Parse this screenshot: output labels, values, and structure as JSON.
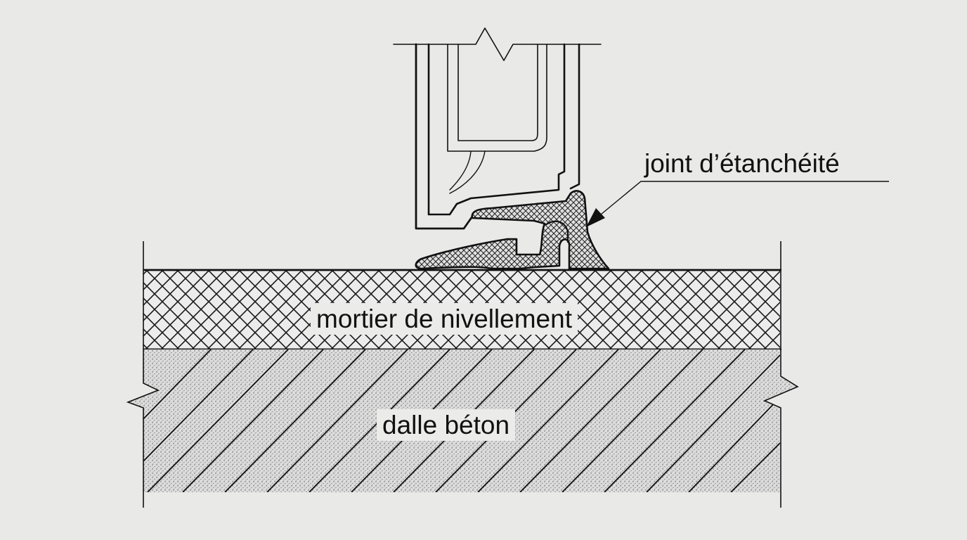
{
  "diagram": {
    "type": "technical cross-section detail",
    "background_color": "#e9e9e8",
    "line_color": "#111111",
    "labels": {
      "seal": "joint d’étanchéité",
      "leveling_mortar": "mortier de nivellement",
      "concrete_slab": "dalle béton"
    },
    "components": [
      {
        "id": "door-frame-profile",
        "description": "aluminium/PVC frame profile with break line at top"
      },
      {
        "id": "sealing-gasket",
        "description": "cross-hatched elastomer seal at base of frame"
      },
      {
        "id": "leveling-mortar-layer",
        "description": "diamond cross-hatched mortar layer"
      },
      {
        "id": "concrete-slab",
        "description": "diagonal hatched, stippled concrete slab with break lines"
      }
    ],
    "leader": {
      "from_label": "seal",
      "arrow_target": "sealing-gasket"
    }
  }
}
